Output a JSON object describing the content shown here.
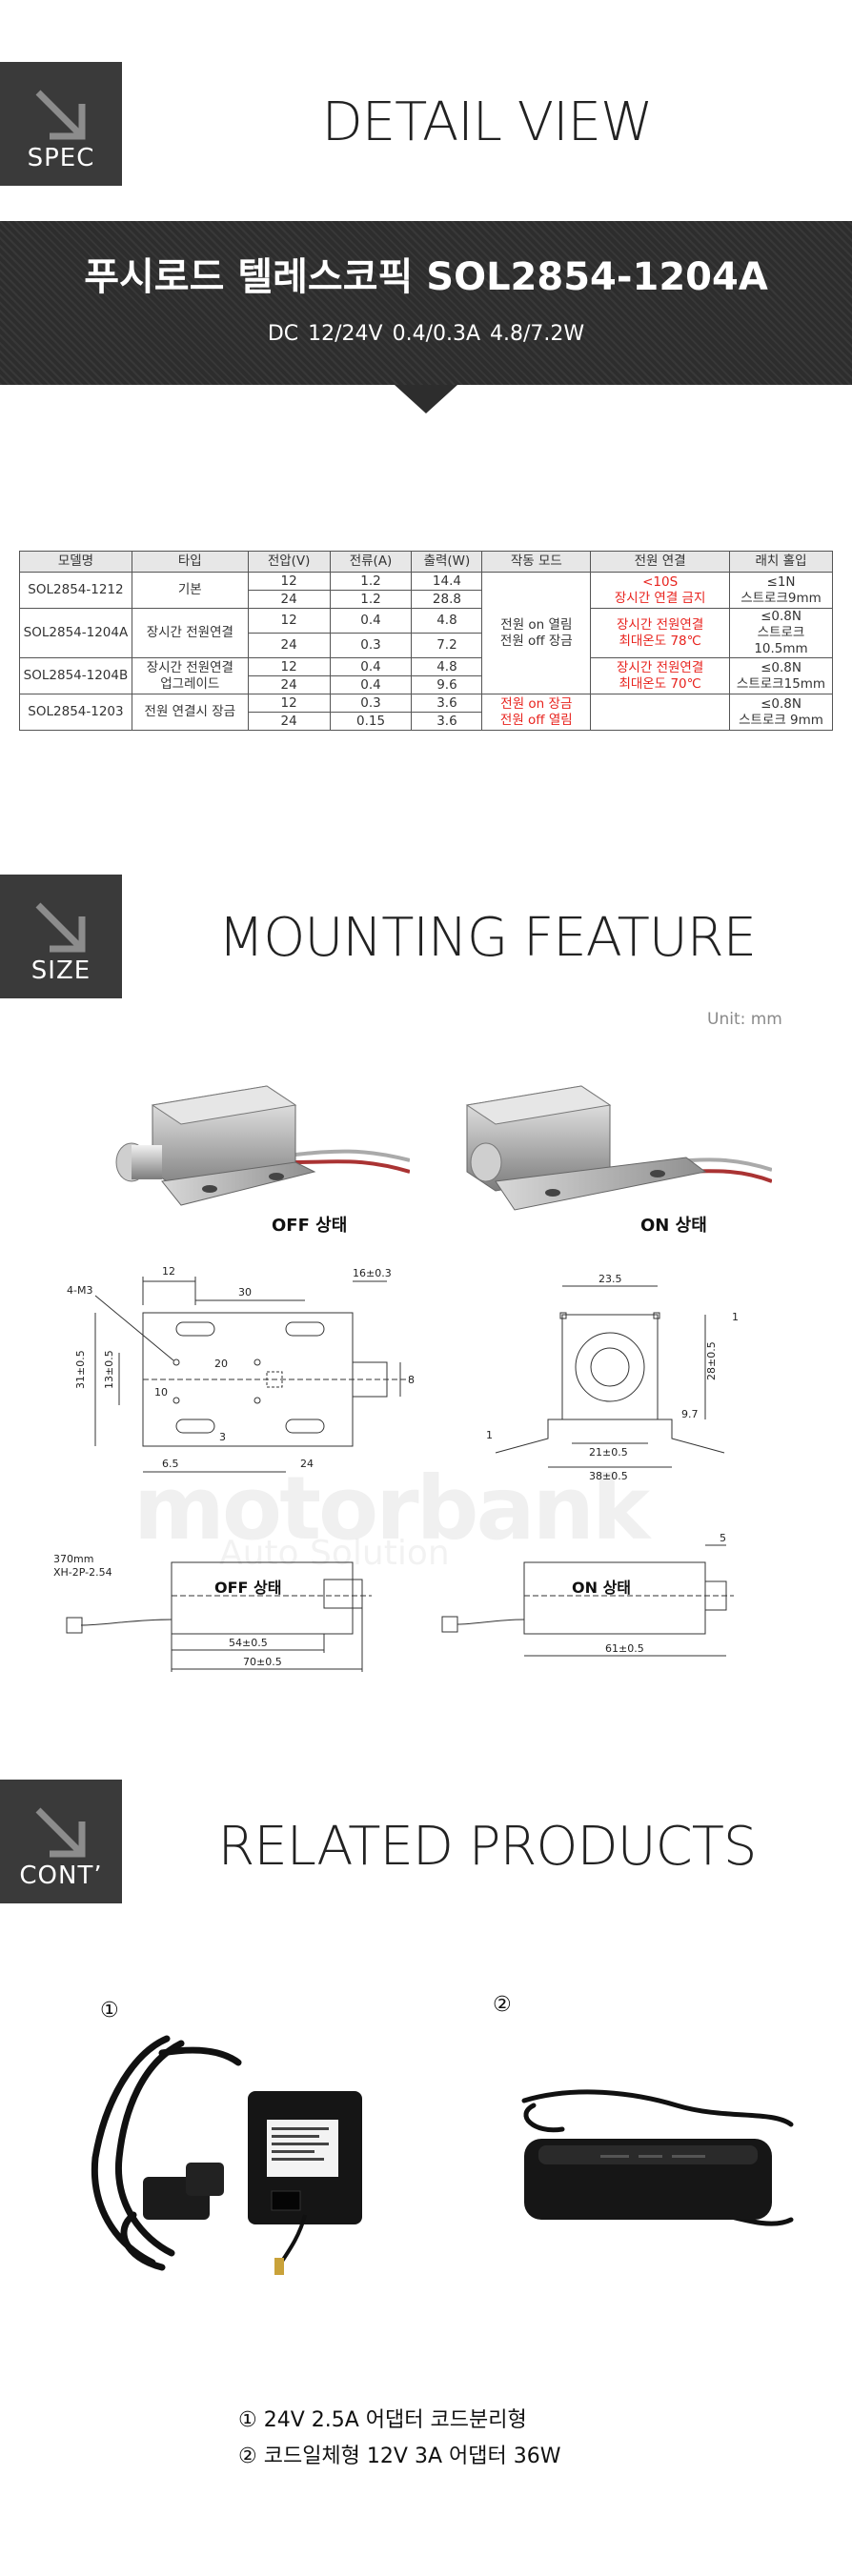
{
  "spec_section": {
    "badge": "SPEC",
    "title": "DETAIL VIEW"
  },
  "banner": {
    "title": "푸시로드 텔레스코픽  SOL2854-1204A",
    "subtitle": "DC 12/24V  0.4/0.3A   4.8/7.2W"
  },
  "spec_table": {
    "headers": [
      "모델명",
      "타입",
      "전압(V)",
      "전류(A)",
      "출력(W)",
      "작동 모드",
      "전원 연결",
      "래치 홀입"
    ],
    "models": [
      {
        "model": "SOL2854-1212",
        "type": [
          "기본"
        ],
        "rows": [
          [
            "12",
            "1.2",
            "14.4"
          ],
          [
            "24",
            "1.2",
            "28.8"
          ]
        ],
        "power_connection": [
          "<10S",
          "장시간 연결 금지"
        ],
        "latch": [
          "≤1N",
          "스트로크9mm"
        ]
      },
      {
        "model": "SOL2854-1204A",
        "type": [
          "장시간 전원연결"
        ],
        "rows": [
          [
            "12",
            "0.4",
            "4.8"
          ],
          [
            "24",
            "0.3",
            "7.2"
          ]
        ],
        "power_connection": [
          "장시간 전원연결",
          "최대온도 78℃"
        ],
        "latch": [
          "≤0.8N",
          "스트로크10.5mm"
        ]
      },
      {
        "model": "SOL2854-1204B",
        "type": [
          "장시간 전원연결",
          "업그레이드"
        ],
        "rows": [
          [
            "12",
            "0.4",
            "4.8"
          ],
          [
            "24",
            "0.4",
            "9.6"
          ]
        ],
        "power_connection": [
          "장시간 전원연결",
          "최대온도 70℃"
        ],
        "latch": [
          "≤0.8N",
          "스트로크15mm"
        ]
      },
      {
        "model": "SOL2854-1203",
        "type": [
          "전원 연결시 장금"
        ],
        "rows": [
          [
            "12",
            "0.3",
            "3.6"
          ],
          [
            "24",
            "0.15",
            "3.6"
          ]
        ],
        "power_connection": [
          "",
          ""
        ],
        "latch": [
          "≤0.8N",
          "스트로크 9mm"
        ]
      }
    ],
    "mode_common": [
      "전원 on 열림",
      "전원 off 장금"
    ],
    "mode_1203": [
      "전원 on 장금",
      "전원 off 열림"
    ]
  },
  "size_section": {
    "badge": "SIZE",
    "title": "MOUNTING FEATURE",
    "unit": "Unit: mm",
    "photo_off_label": "OFF 상태",
    "photo_on_label": "ON 상태",
    "watermark": "motorbank",
    "watermark_sub": "Auto Solution",
    "drawing_front": {
      "label_4m3": "4-M3",
      "d12": "12",
      "d30": "30",
      "d16": "16±0.3",
      "d20": "20",
      "d31": "31±0.5",
      "d13": "13±0.5",
      "d10": "10",
      "d8": "8",
      "d3": "3",
      "d6_5": "6.5",
      "d24": "24"
    },
    "drawing_side": {
      "d23_5": "23.5",
      "d1a": "1",
      "d1b": "1",
      "d28": "28±0.5",
      "d9_7": "9.7",
      "d21": "21±0.5",
      "d38": "38±0.5"
    },
    "drawing_off": {
      "wire_len": "370mm",
      "connector": "XH-2P-2.54",
      "state": "OFF 상태",
      "d54": "54±0.5",
      "d70": "70±0.5"
    },
    "drawing_on": {
      "d5": "5",
      "state": "ON 상태",
      "d61": "61±0.5"
    }
  },
  "related_section": {
    "badge": "CONT’",
    "title": "RELATED PRODUCTS",
    "products": [
      {
        "num": "①",
        "text": "① 24V 2.5A 어댑터 코드분리형"
      },
      {
        "num": "②",
        "text": "② 코드일체형 12V 3A 어댑터 36W"
      }
    ]
  },
  "colors": {
    "badge_bg": "#3a3a3a",
    "banner_bg": "#2d2d2d",
    "warning_red": "#e8231e",
    "table_header_bg": "#e7e7e7"
  }
}
